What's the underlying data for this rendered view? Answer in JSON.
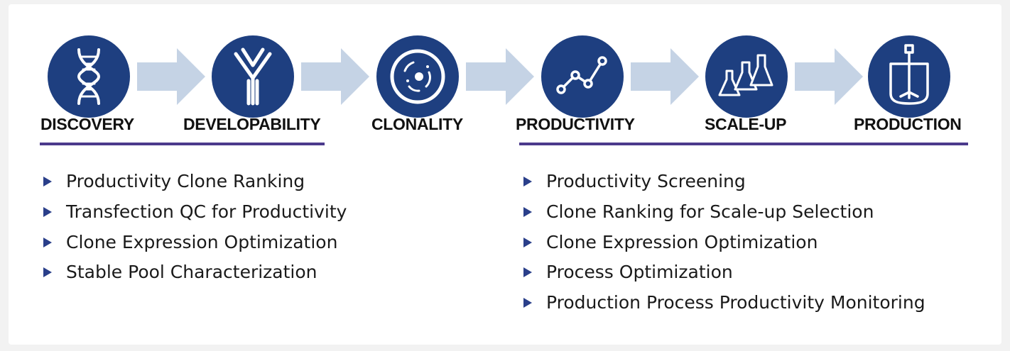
{
  "colors": {
    "icon_circle": "#1e3f80",
    "arrow": "#c5d3e5",
    "rule": "#4b3a8c",
    "bullet_marker": "#2a3f8a"
  },
  "stages": [
    {
      "label": "DISCOVERY",
      "icon": "dna-icon"
    },
    {
      "label": "DEVELOPABILITY",
      "icon": "antibody-icon"
    },
    {
      "label": "CLONALITY",
      "icon": "cell-icon"
    },
    {
      "label": "PRODUCTIVITY",
      "icon": "line-graph-icon"
    },
    {
      "label": "SCALE-UP",
      "icon": "flasks-icon"
    },
    {
      "label": "PRODUCTION",
      "icon": "bioreactor-icon"
    }
  ],
  "left_list": [
    "Productivity Clone Ranking",
    "Transfection QC for Productivity",
    "Clone Expression Optimization",
    "Stable Pool Characterization"
  ],
  "right_list": [
    "Productivity Screening",
    "Clone Ranking for Scale-up Selection",
    "Clone Expression Optimization",
    "Process Optimization",
    "Production Process Productivity Monitoring"
  ]
}
